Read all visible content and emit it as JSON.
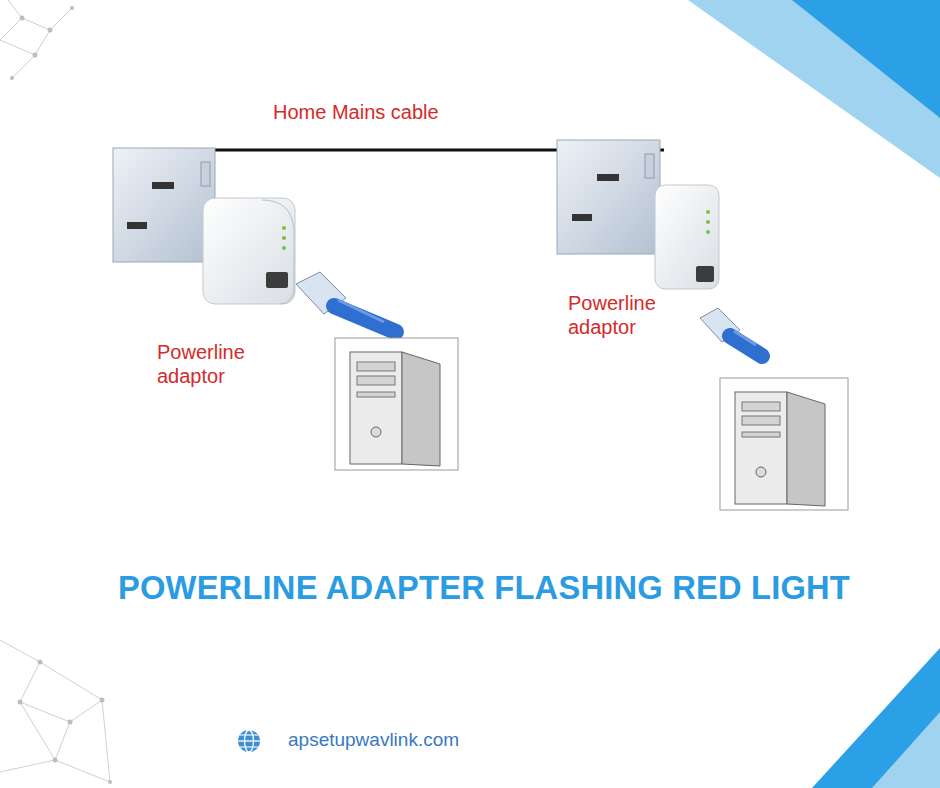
{
  "diagram": {
    "title": "POWERLINE ADAPTER FLASHING RED LIGHT",
    "labels": [
      "Home Mains cable",
      "Powerline adaptor",
      "Powerline adaptor",
      "apsetupwavlink.com"
    ]
  }
}
